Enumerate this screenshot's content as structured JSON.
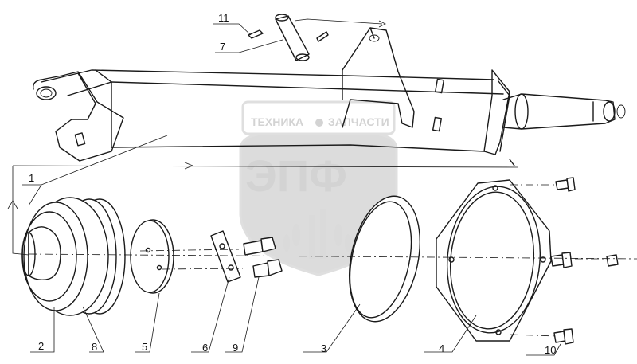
{
  "watermark": {
    "top_text_left": "ТЕХНИКА",
    "top_text_right": "ЗАПЧАСТИ",
    "logo_text": "ЭПФ"
  },
  "callouts": [
    {
      "id": "c1",
      "text": "1"
    },
    {
      "id": "c2",
      "text": "2"
    },
    {
      "id": "c3",
      "text": "3"
    },
    {
      "id": "c4",
      "text": "4"
    },
    {
      "id": "c5",
      "text": "5"
    },
    {
      "id": "c6",
      "text": "6"
    },
    {
      "id": "c7",
      "text": "7"
    },
    {
      "id": "c8",
      "text": "8"
    },
    {
      "id": "c9",
      "text": "9"
    },
    {
      "id": "c10",
      "text": "10"
    },
    {
      "id": "c11",
      "text": "11"
    }
  ],
  "colors": {
    "line": "#1a1a1a",
    "watermark": "#d9d9d9",
    "background": "#ffffff"
  }
}
